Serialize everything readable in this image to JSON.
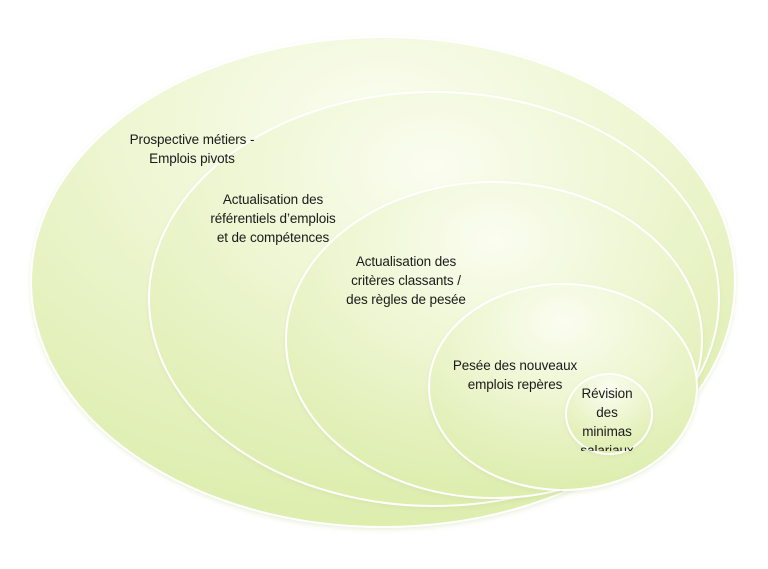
{
  "diagram": {
    "levels": [
      {
        "label": "Prospective métiers -\nEmplois pivots"
      },
      {
        "label": "Actualisation des\nréférentiels d’emplois\net de compétences"
      },
      {
        "label": "Actualisation des\ncritères classants /\ndes règles de pesée"
      },
      {
        "label": "Pesée des nouveaux\nemplois repères"
      },
      {
        "label": "Révision\ndes\nminimas\nsalariaux"
      }
    ],
    "colors": {
      "fill_light": "#fbfdf0",
      "fill_dark": "#dcedab",
      "stroke": "#ffffff",
      "shadow": "#c9d6a0"
    }
  }
}
